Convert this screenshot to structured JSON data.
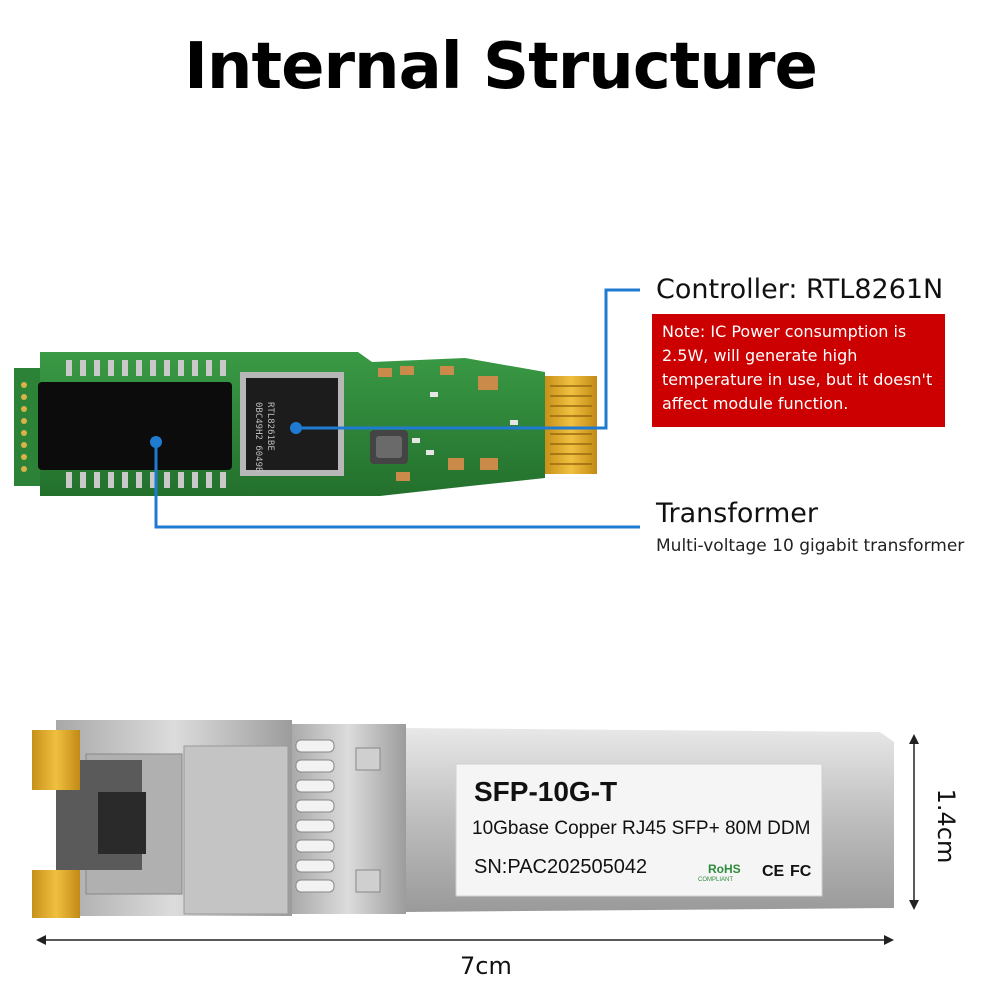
{
  "title": "Internal Structure",
  "callouts": {
    "controller": {
      "label": "Controller: RTL8261N",
      "note": "Note: IC Power consumption is 2.5W, will generate high temperature in use, but it doesn't affect module function."
    },
    "transformer": {
      "label": "Transformer",
      "description": "Multi-voltage 10 gigabit transformer"
    }
  },
  "module_label": {
    "model": "SFP-10G-T",
    "description": "10Gbase Copper RJ45 SFP+ 80M DDM",
    "serial": "SN:PAC202505042",
    "rohs": "RoHS",
    "rohs_sub": "COMPLIANT",
    "ce": "CE",
    "fc": "FC"
  },
  "chip_markings": {
    "controller_line1": "RTL8261BE",
    "controller_line2": "0BC49H2 6049B"
  },
  "dimensions": {
    "length": "7cm",
    "height": "1.4cm"
  },
  "colors": {
    "callout_line": "#1f7bd1",
    "note_bg": "#cc0000",
    "pcb_green": "#2f8a3a",
    "gold": "#e0a81c"
  }
}
